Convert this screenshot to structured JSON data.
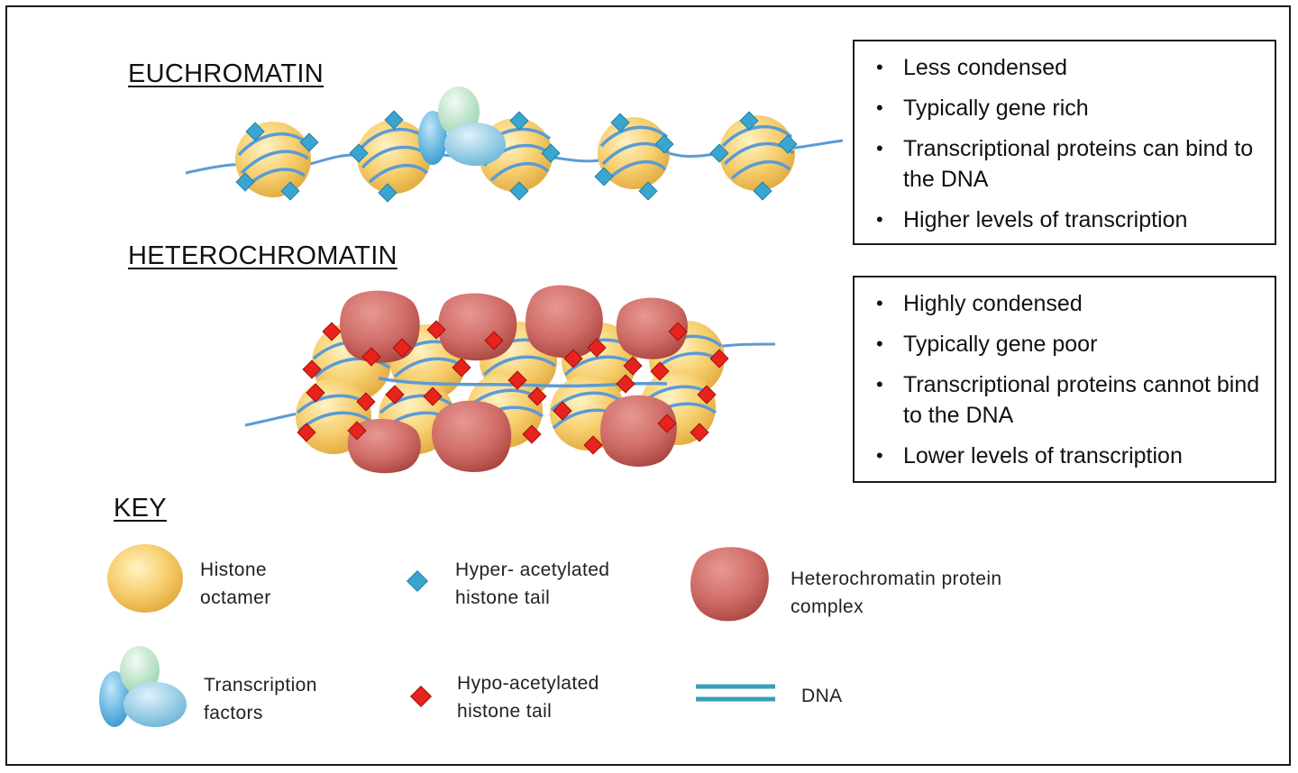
{
  "euchromatin": {
    "title": "EUCHROMATIN",
    "bullets": [
      "Less condensed",
      "Typically gene rich",
      "Transcriptional proteins can bind to the DNA",
      "Higher levels of transcription"
    ]
  },
  "heterochromatin": {
    "title": "HETEROCHROMATIN",
    "bullets": [
      "Highly condensed",
      "Typically gene poor",
      "Transcriptional proteins cannot bind to the DNA",
      "Lower levels of transcription"
    ]
  },
  "key": {
    "title": "KEY",
    "histone": "Histone\noctamer",
    "hyper": "Hyper- acetylated\nhistone tail",
    "hp_complex": "Heterochromatin protein\ncomplex",
    "tf": "Transcription\nfactors",
    "hypo": "Hypo-acetylated\nhistone tail",
    "dna": "DNA"
  },
  "colors": {
    "histone": "#f7cf6e",
    "dna": "#5b9bd5",
    "hyper_tail": "#3aa6cf",
    "hypo_tail": "#e8221c",
    "hp_complex": "#cf6b66",
    "tf_green": "#c9ecd3",
    "tf_blue": "#7cc4e6",
    "key_dna": "#3a9fb8"
  }
}
